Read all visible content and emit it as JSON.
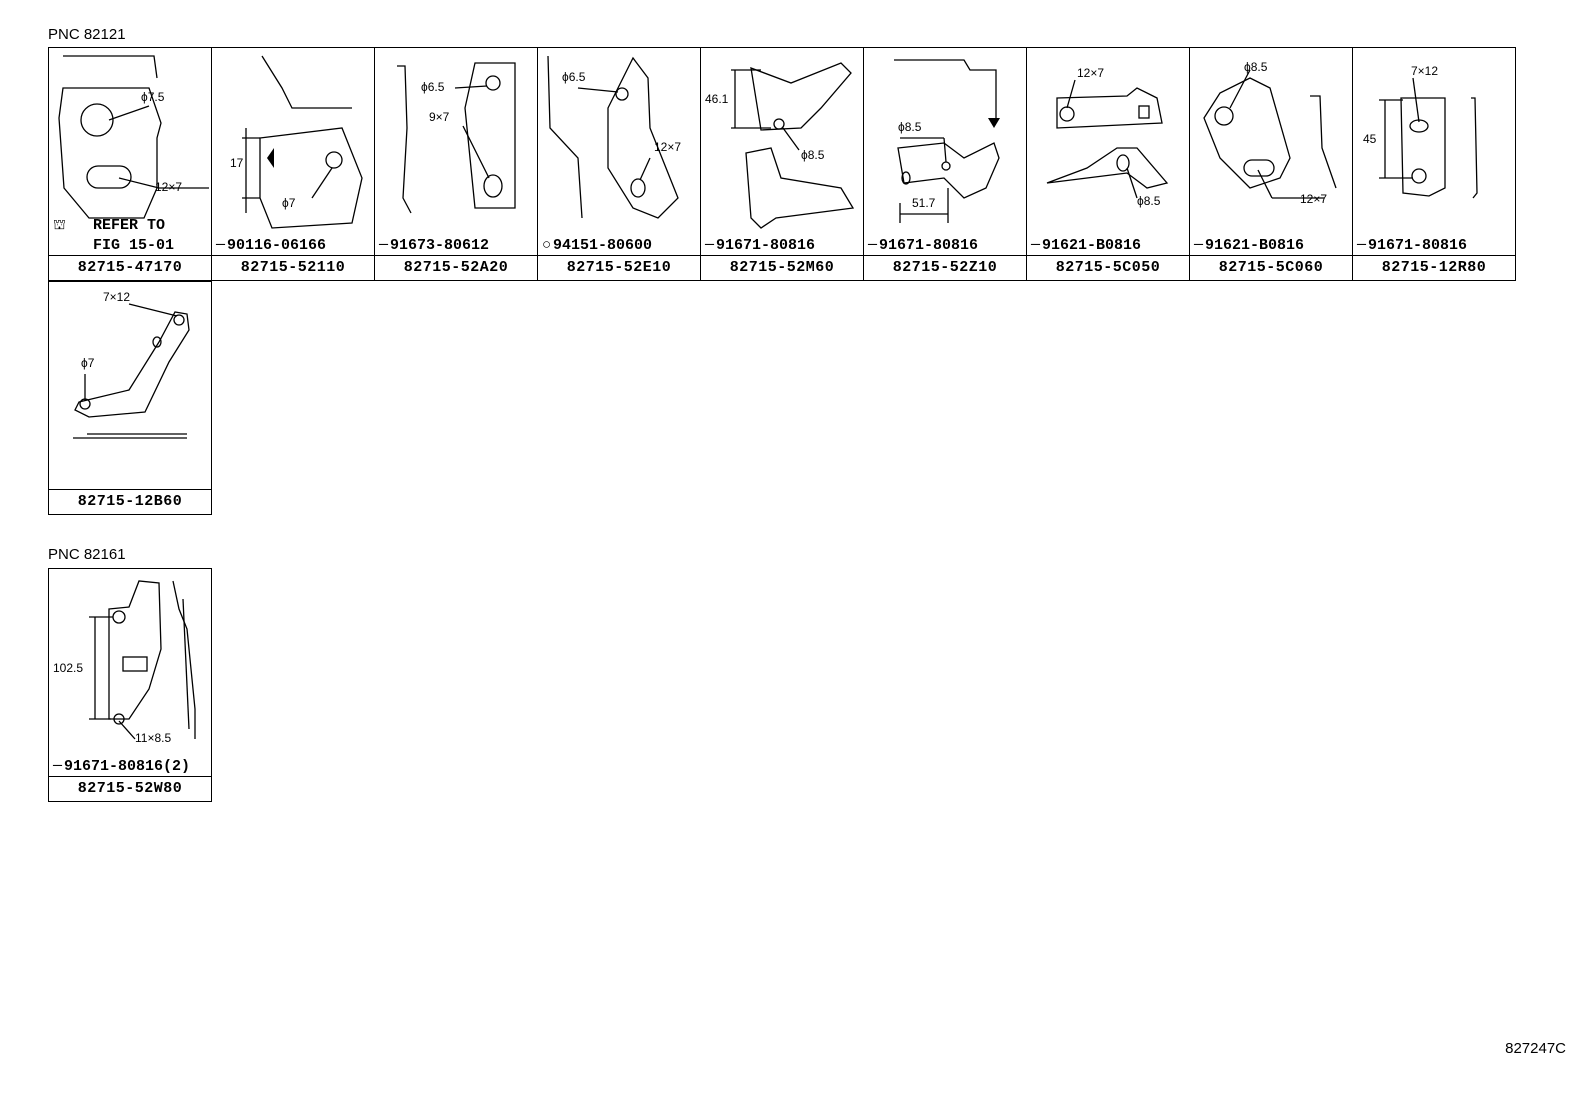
{
  "sections": [
    {
      "pnc_label": "PNC 82121"
    },
    {
      "pnc_label": "PNC 82161"
    }
  ],
  "panels": [
    {
      "part_number": "82715-47170",
      "fastener": "",
      "refer_line1": "REFER TO",
      "refer_line2": "FIG 15-01",
      "dims": [
        "ϕ7.5",
        "12×7"
      ]
    },
    {
      "part_number": "82715-52110",
      "fastener": "90116-06166",
      "dims": [
        "17",
        "ϕ7"
      ]
    },
    {
      "part_number": "82715-52A20",
      "fastener": "91673-80612",
      "dims": [
        "ϕ6.5",
        "9×7"
      ]
    },
    {
      "part_number": "82715-52E10",
      "fastener": "94151-80600",
      "dims": [
        "ϕ6.5",
        "12×7"
      ]
    },
    {
      "part_number": "82715-52M60",
      "fastener": "91671-80816",
      "dims": [
        "46.1",
        "ϕ8.5"
      ]
    },
    {
      "part_number": "82715-52Z10",
      "fastener": "91671-80816",
      "dims": [
        "ϕ8.5",
        "51.7"
      ]
    },
    {
      "part_number": "82715-5C050",
      "fastener": "91621-B0816",
      "dims": [
        "12×7",
        "ϕ8.5"
      ]
    },
    {
      "part_number": "82715-5C060",
      "fastener": "91621-B0816",
      "dims": [
        "ϕ8.5",
        "12×7"
      ]
    },
    {
      "part_number": "82715-12R80",
      "fastener": "91671-80816",
      "dims": [
        "7×12",
        "45"
      ]
    },
    {
      "part_number": "82715-12B60",
      "fastener": "",
      "dims": [
        "7×12",
        "ϕ7"
      ]
    },
    {
      "part_number": "82715-52W80",
      "fastener": "91671-80816(2)",
      "dims": [
        "102.5",
        "11×8.5"
      ]
    }
  ],
  "figure_id": "827247C"
}
